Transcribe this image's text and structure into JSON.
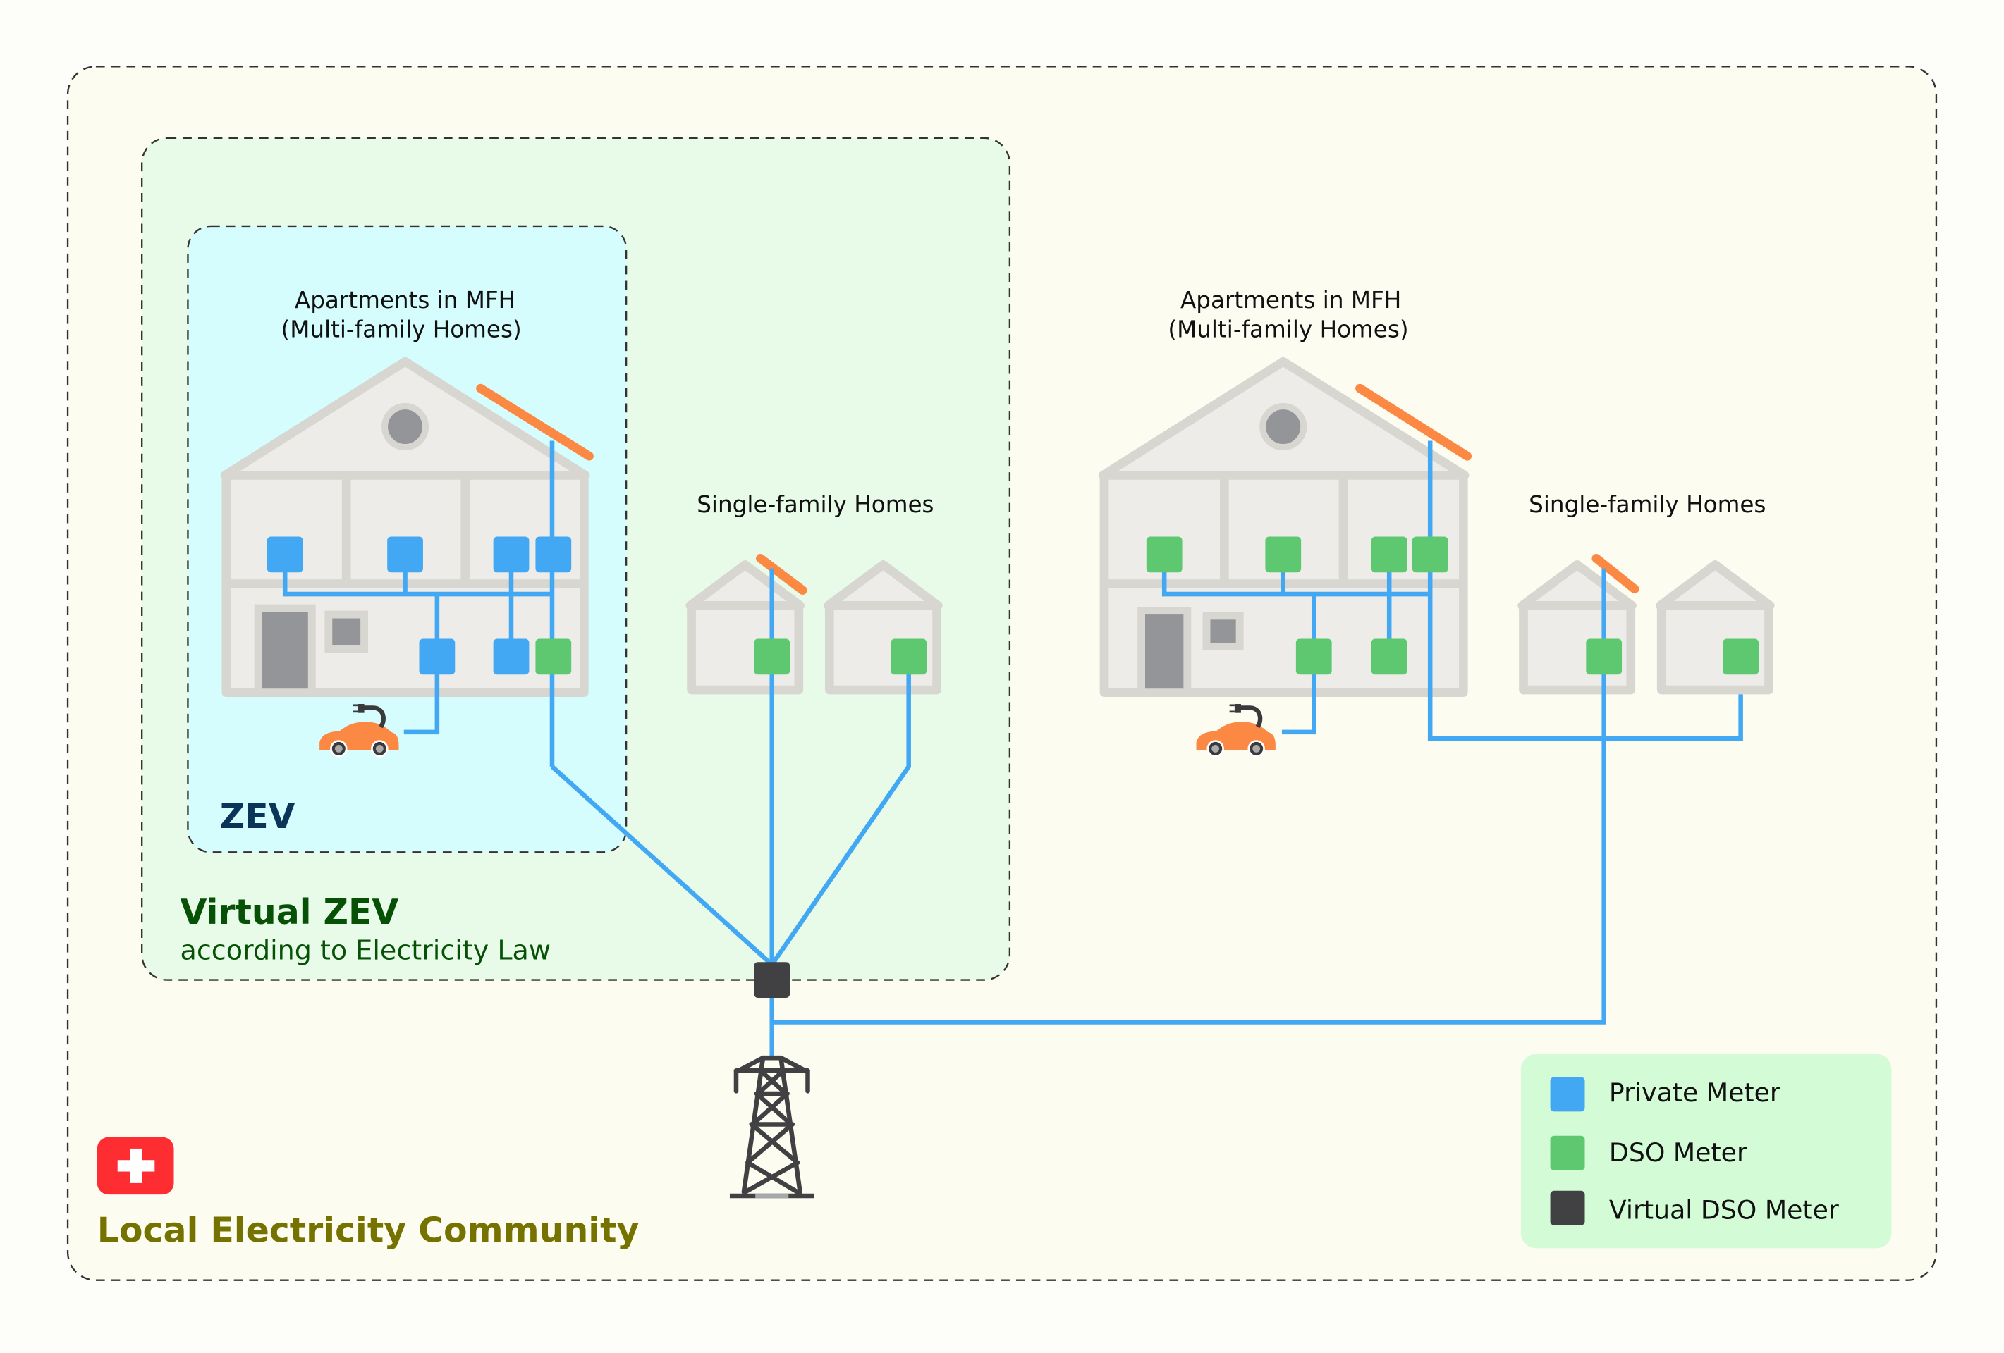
{
  "colors": {
    "private_meter": "#42a8f4",
    "dso_meter": "#5ec870",
    "virtual_dso_meter": "#414143",
    "wire": "#42a8f4",
    "solar_panel": "#fb8943",
    "ev_car": "#fb8943",
    "community_bg": "#fcfcf1",
    "virtual_zev_bg": "#e7fbe8",
    "zev_bg": "#d5fdfd",
    "legend_bg": "#d2fbd6",
    "swiss_flag": "#fe2d31",
    "zev_title": "#0a3558",
    "virtual_zev_title": "#075107",
    "community_title": "#767200"
  },
  "left_group": {
    "mfh_label_line1": "Apartments in MFH",
    "mfh_label_line2": "(Multi-family Homes)",
    "sfh_label": "Single-family Homes"
  },
  "right_group": {
    "mfh_label_line1": "Apartments in MFH",
    "mfh_label_line2": "(Multi-family Homes)",
    "sfh_label": "Single-family Homes"
  },
  "zones": {
    "zev": "ZEV",
    "virtual_zev_title": "Virtual ZEV",
    "virtual_zev_subtitle": "according to Electricity Law",
    "community": "Local Electricity Community"
  },
  "legend": {
    "items": [
      {
        "label": "Private Meter",
        "color_key": "private_meter"
      },
      {
        "label": "DSO Meter",
        "color_key": "dso_meter"
      },
      {
        "label": "Virtual DSO Meter",
        "color_key": "virtual_dso_meter"
      }
    ]
  },
  "icons": [
    "swiss-flag-icon",
    "transmission-tower-icon",
    "ev-car-icon",
    "solar-panel-icon",
    "house-icon",
    "meter-icon"
  ]
}
